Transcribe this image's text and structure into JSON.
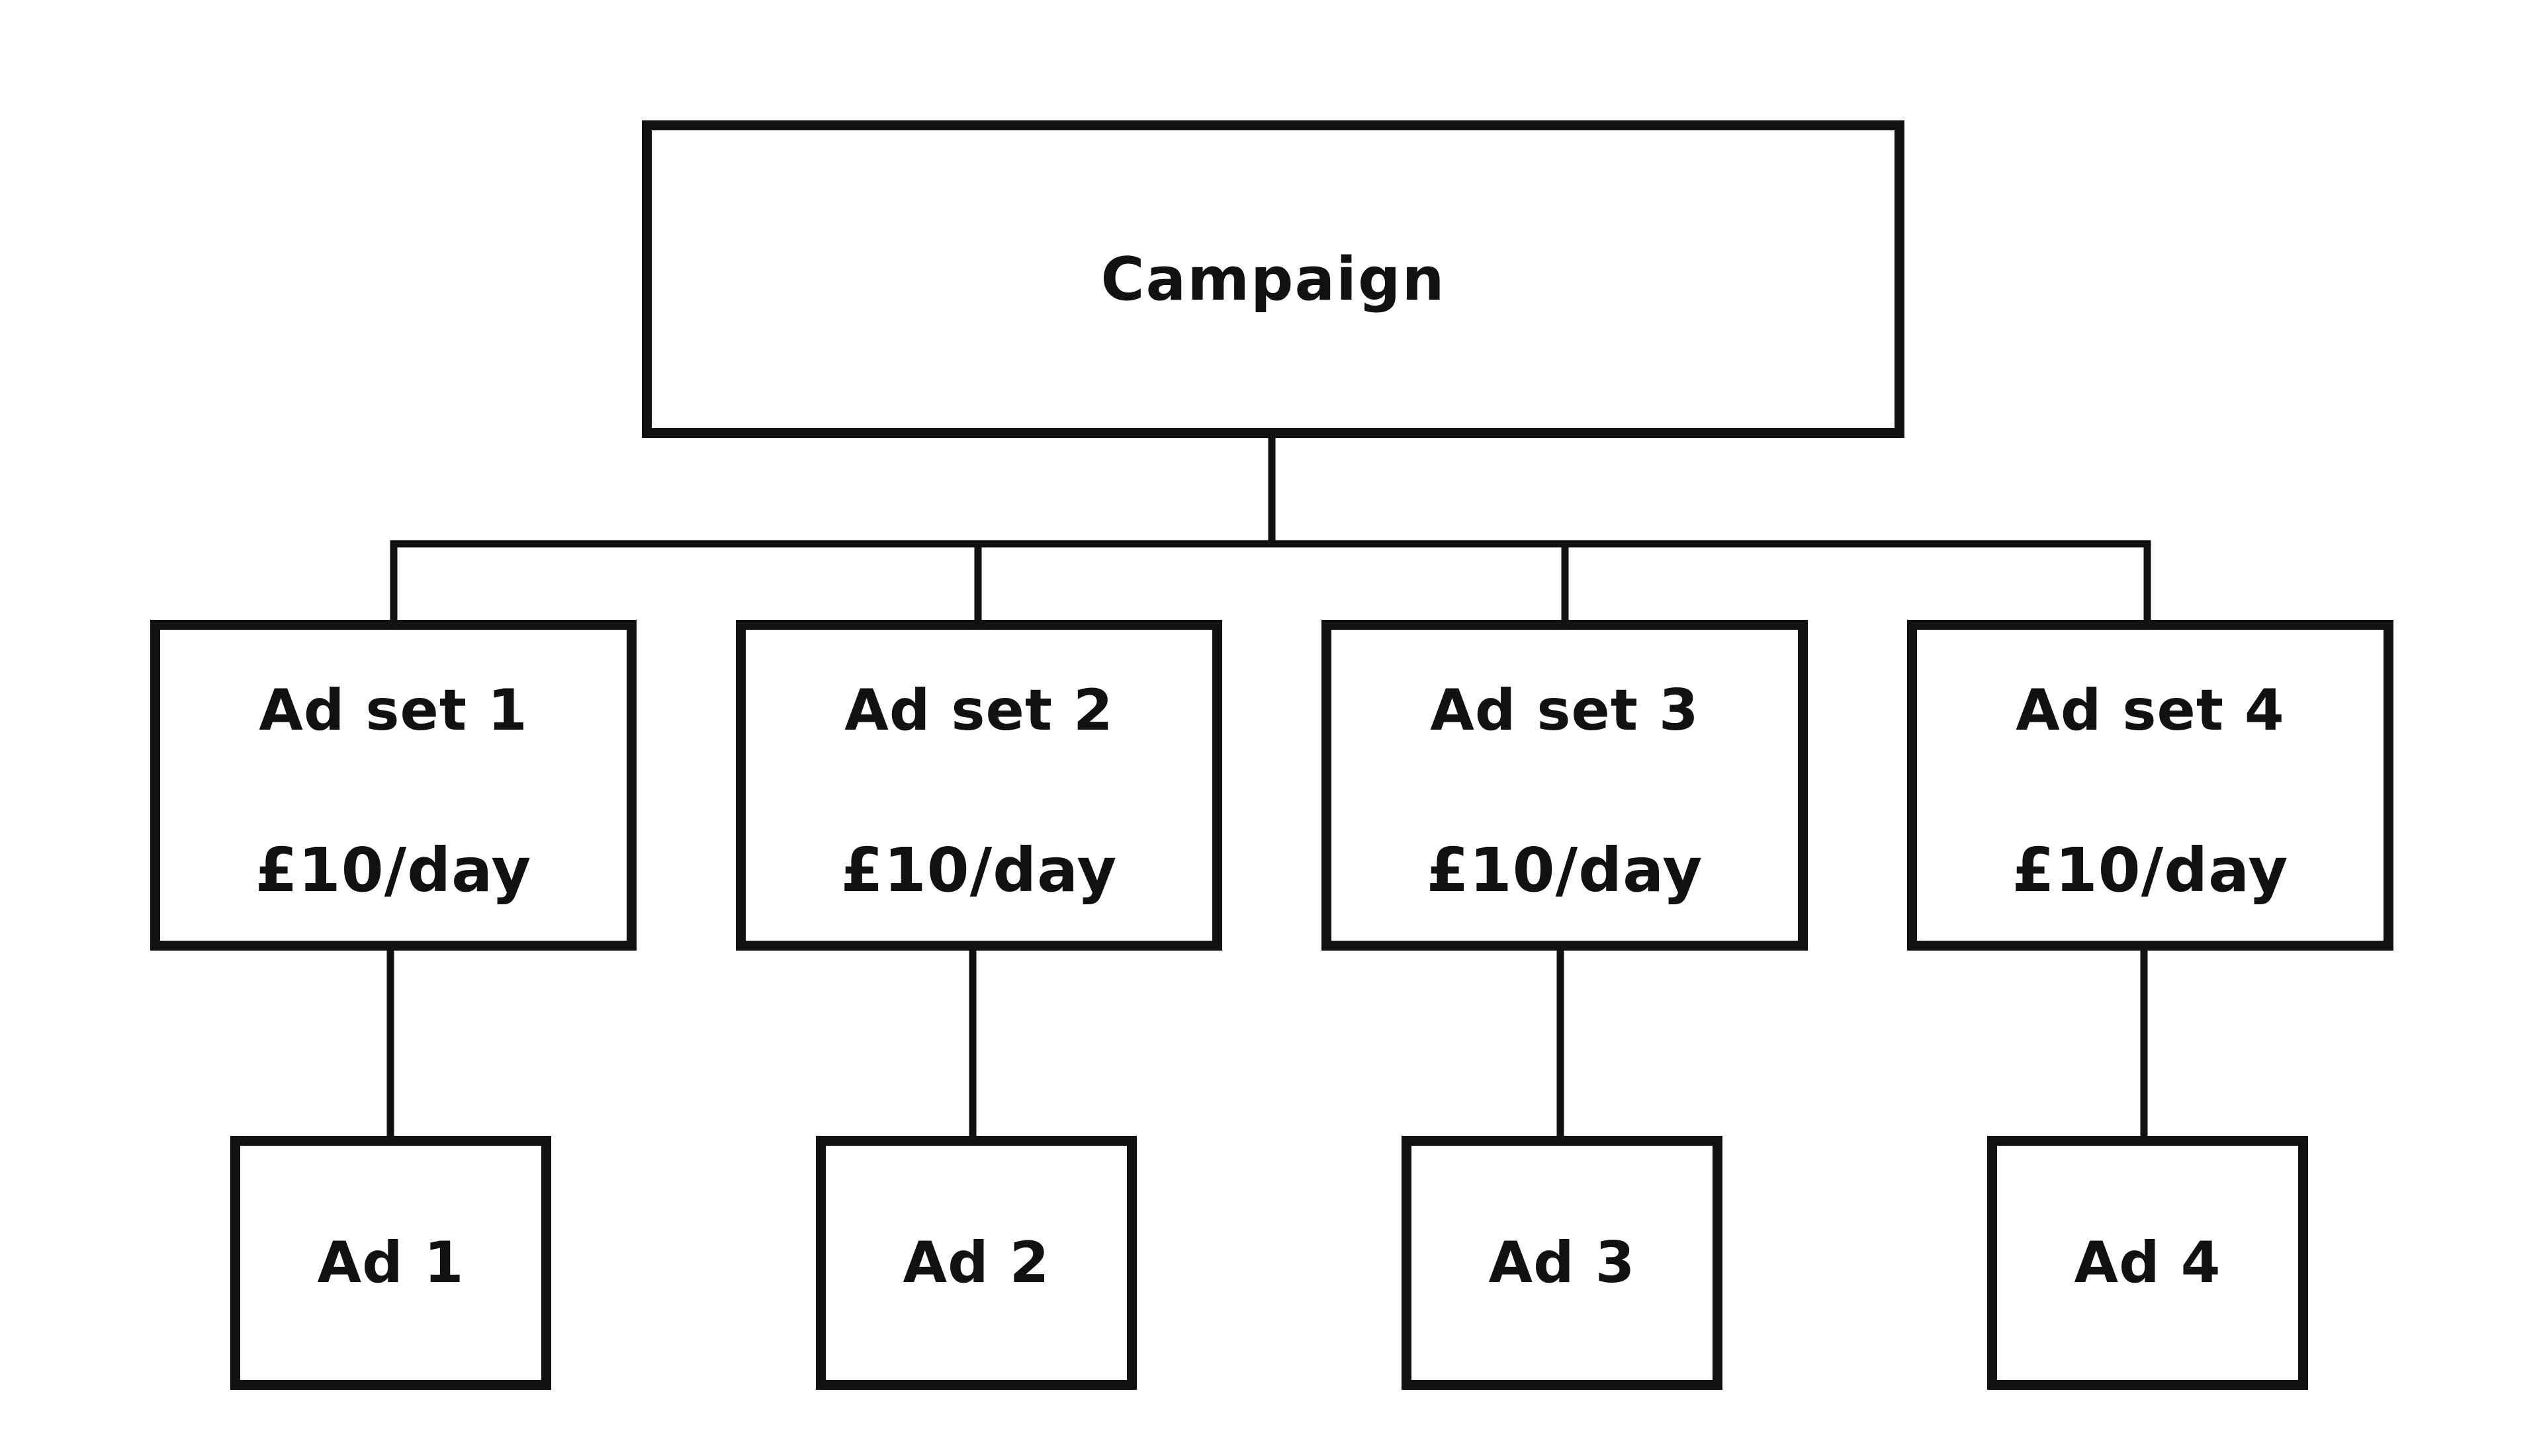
{
  "diagram": {
    "root": {
      "label": "Campaign"
    },
    "ad_sets": [
      {
        "label": "Ad set 1",
        "budget": "£10/day"
      },
      {
        "label": "Ad set 2",
        "budget": "£10/day"
      },
      {
        "label": "Ad set 3",
        "budget": "£10/day"
      },
      {
        "label": "Ad set 4",
        "budget": "£10/day"
      }
    ],
    "ads": [
      {
        "label": "Ad 1"
      },
      {
        "label": "Ad 2"
      },
      {
        "label": "Ad 3"
      },
      {
        "label": "Ad 4"
      }
    ]
  }
}
